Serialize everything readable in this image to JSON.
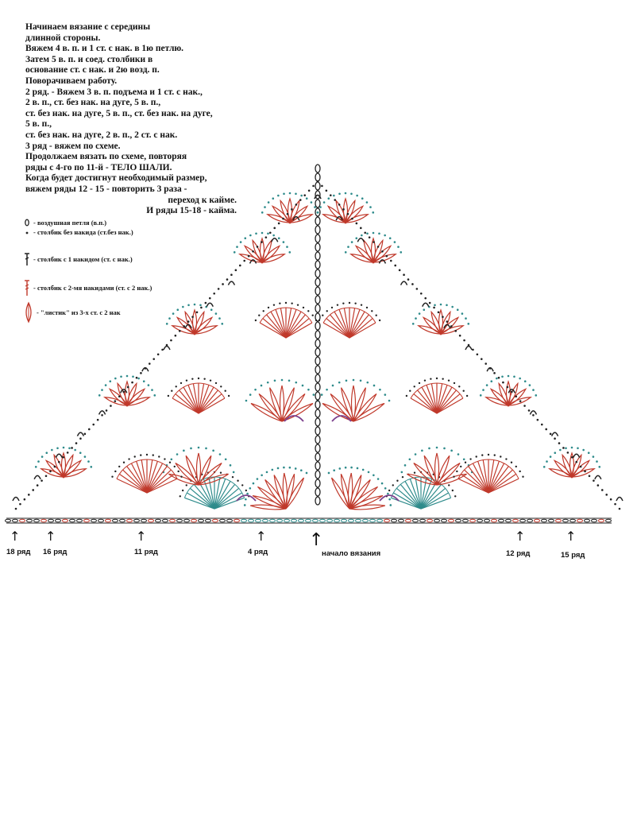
{
  "instructions": [
    "Начинаем вязание с середины",
    "длинной стороны.",
    "Вяжем 4 в. п. и 1 ст. с нак. в 1ю петлю.",
    "Затем 5 в. п. и соед. столбики в",
    "основание ст. с нак. и 2ю возд. п.",
    "Поворачиваем работу.",
    "2 ряд. - Вяжем 3 в. п. подъема и 1 ст. с нак.,",
    "2 в. п., ст. без нак. на дуге, 5 в. п.,",
    "ст. без нак. на дуге, 5 в. п., ст. без нак. на дуге,",
    "5 в. п.,",
    "ст. без нак. на дуге, 2 в. п., 2 ст. с нак.",
    "3 ряд - вяжем по схеме.",
    "Продолжаем вязать по схеме, повторяя",
    "ряды с 4-го по 11-й - ТЕЛО ШАЛИ.",
    "Когда будет достигнут необходимый размер,",
    "вяжем ряды 12 - 15 - повторить 3 раза -"
  ],
  "instructions_right": [
    "переход к кайме.",
    "И ряды 15-18 - кайма."
  ],
  "legend": [
    {
      "icon": "chain-stitch-icon",
      "label": "- воздушная петля (в.п.)"
    },
    {
      "icon": "single-crochet-icon",
      "label": "- столбик без накида (ст.без нак.)"
    },
    {
      "icon": "double-crochet-icon",
      "label": "- столбик с 1 накидом (ст. с нак.)"
    },
    {
      "icon": "treble-crochet-icon",
      "label": "- столбик с 2-мя накидами (ст. с 2 нак.)"
    },
    {
      "icon": "leaf-cluster-icon",
      "label": "- \"листик\" из 3-х ст. с 2 нак"
    }
  ],
  "row_labels": [
    {
      "text": "18 ряд"
    },
    {
      "text": "16 ряд"
    },
    {
      "text": "11 ряд"
    },
    {
      "text": "4 ряд"
    },
    {
      "text": "начало вязания"
    },
    {
      "text": "12 ряд"
    },
    {
      "text": "15 ряд"
    }
  ],
  "colors": {
    "red": "#c0392b",
    "teal": "#2e8b8b",
    "cyan": "#3cb8c4",
    "purple": "#7b3f8c",
    "dark": "#222222"
  },
  "arrow_glyph": "↑"
}
